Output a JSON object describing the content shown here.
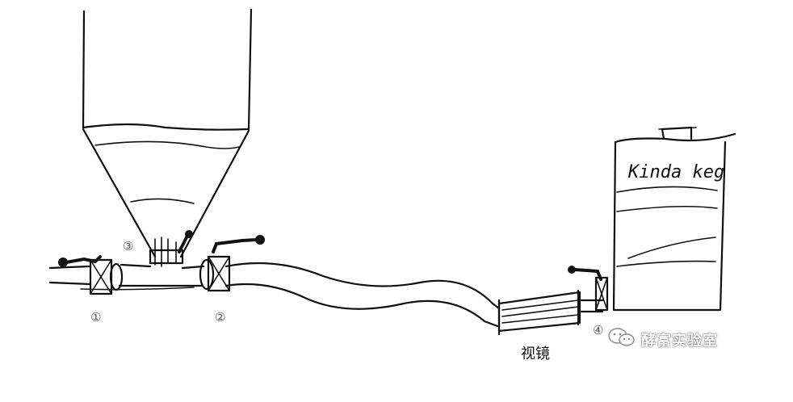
{
  "labels": {
    "valve_1": "①",
    "valve_2": "②",
    "valve_3": "③",
    "valve_4": "④",
    "sight_glass": "视镜",
    "keg": "Kinda keg"
  },
  "watermark": {
    "text": "酵富实验室",
    "icon": "wechat-icon"
  },
  "colors": {
    "ink": "#111111",
    "background": "#ffffff"
  }
}
